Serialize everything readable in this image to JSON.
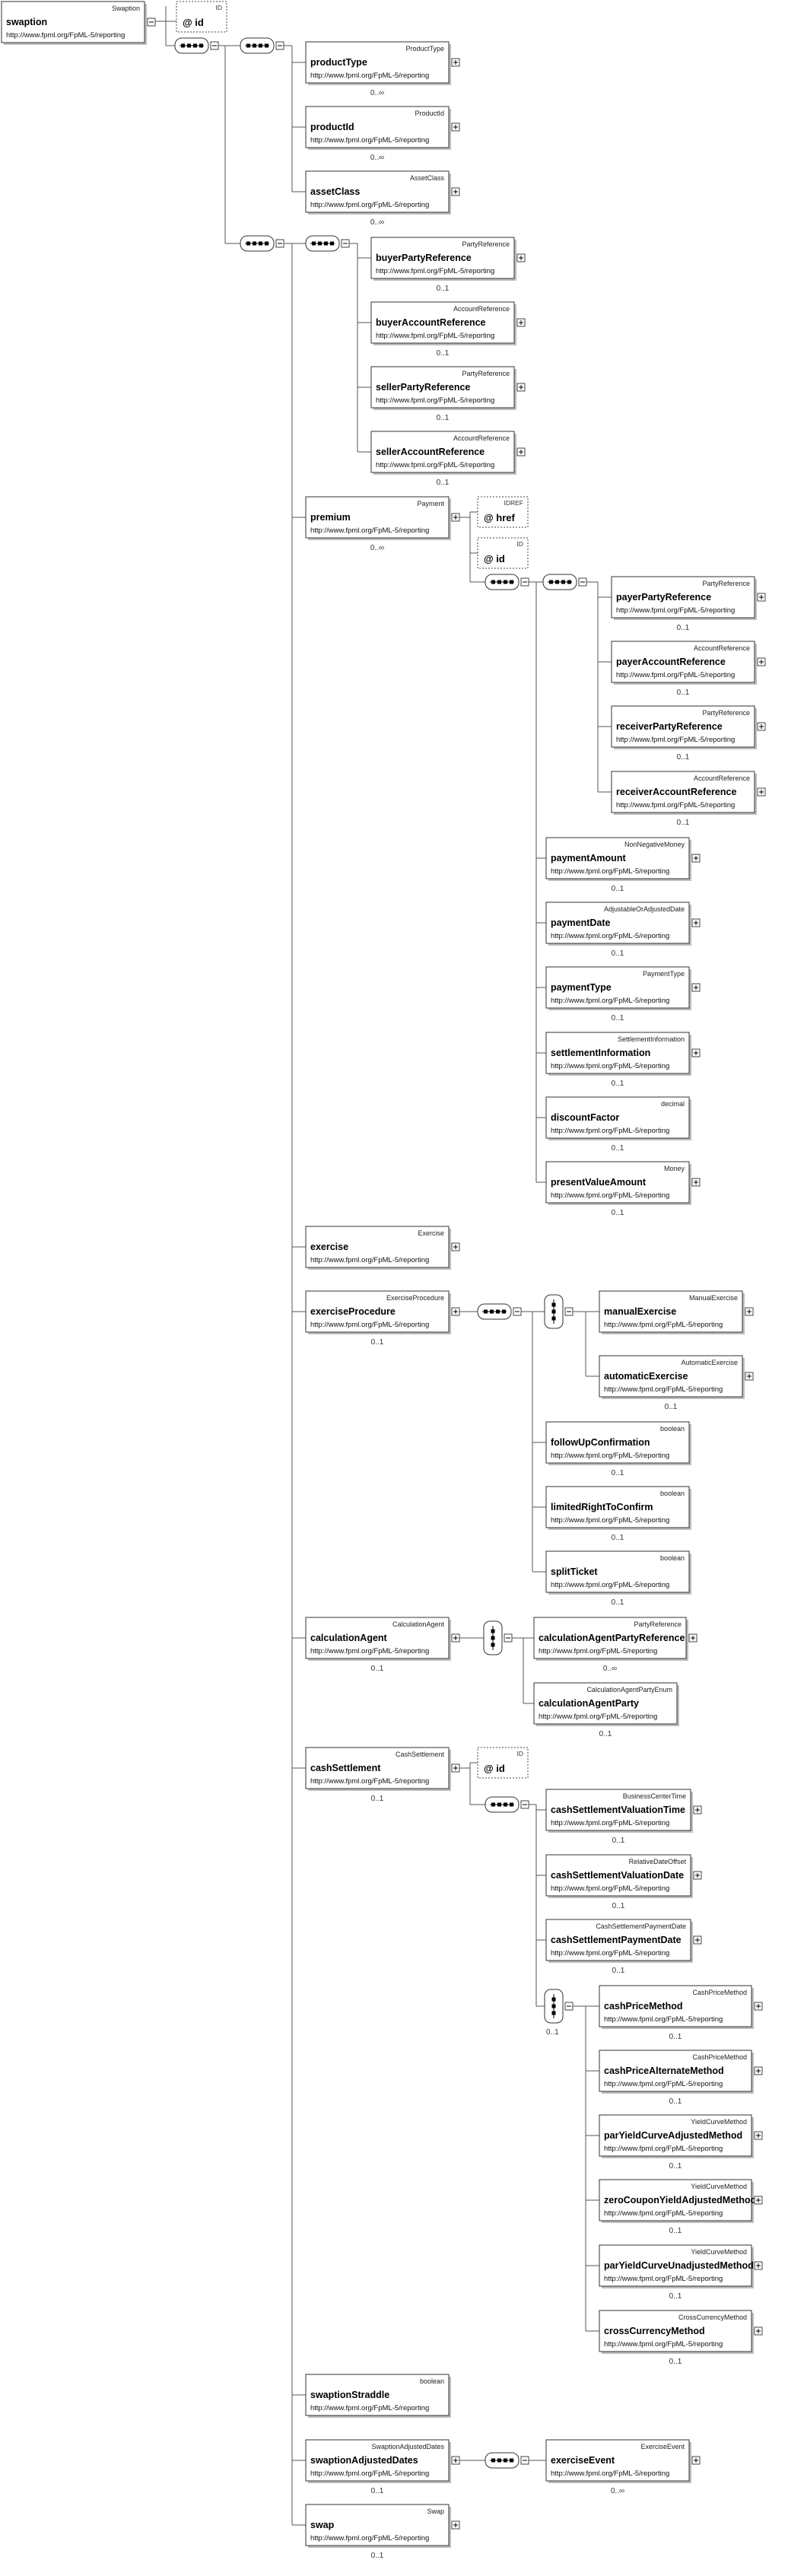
{
  "namespace": "http://www.fpml.org/FpML-5/reporting",
  "root": {
    "name": "swaption",
    "type": "Swaption"
  },
  "root_attribute": {
    "name": "id",
    "type": "ID"
  },
  "elements": [
    {
      "id": "productType",
      "name": "productType",
      "type": "ProductType",
      "cardinality": "0..∞",
      "expandable": true
    },
    {
      "id": "productId",
      "name": "productId",
      "type": "ProductId",
      "cardinality": "0..∞",
      "expandable": true
    },
    {
      "id": "assetClass",
      "name": "assetClass",
      "type": "AssetClass",
      "cardinality": "0..∞",
      "expandable": true
    },
    {
      "id": "buyerPartyReference",
      "name": "buyerPartyReference",
      "type": "PartyReference",
      "cardinality": "0..1",
      "expandable": true
    },
    {
      "id": "buyerAccountReference",
      "name": "buyerAccountReference",
      "type": "AccountReference",
      "cardinality": "0..1",
      "expandable": true
    },
    {
      "id": "sellerPartyReference",
      "name": "sellerPartyReference",
      "type": "PartyReference",
      "cardinality": "0..1",
      "expandable": true
    },
    {
      "id": "sellerAccountReference",
      "name": "sellerAccountReference",
      "type": "AccountReference",
      "cardinality": "0..1",
      "expandable": true
    },
    {
      "id": "premium",
      "name": "premium",
      "type": "Payment",
      "cardinality": "0..∞",
      "expandable": true
    },
    {
      "id": "payerPartyReference",
      "name": "payerPartyReference",
      "type": "PartyReference",
      "cardinality": "0..1",
      "expandable": true
    },
    {
      "id": "payerAccountReference",
      "name": "payerAccountReference",
      "type": "AccountReference",
      "cardinality": "0..1",
      "expandable": true
    },
    {
      "id": "receiverPartyReference",
      "name": "receiverPartyReference",
      "type": "PartyReference",
      "cardinality": "0..1",
      "expandable": true
    },
    {
      "id": "receiverAccountReference",
      "name": "receiverAccountReference",
      "type": "AccountReference",
      "cardinality": "0..1",
      "expandable": true
    },
    {
      "id": "paymentAmount",
      "name": "paymentAmount",
      "type": "NonNegativeMoney",
      "cardinality": "0..1",
      "expandable": true
    },
    {
      "id": "paymentDate",
      "name": "paymentDate",
      "type": "AdjustableOrAdjustedDate",
      "cardinality": "0..1",
      "expandable": true
    },
    {
      "id": "paymentType",
      "name": "paymentType",
      "type": "PaymentType",
      "cardinality": "0..1",
      "expandable": true
    },
    {
      "id": "settlementInformation",
      "name": "settlementInformation",
      "type": "SettlementInformation",
      "cardinality": "0..1",
      "expandable": true
    },
    {
      "id": "discountFactor",
      "name": "discountFactor",
      "type": "decimal",
      "cardinality": "0..1",
      "expandable": false
    },
    {
      "id": "presentValueAmount",
      "name": "presentValueAmount",
      "type": "Money",
      "cardinality": "0..1",
      "expandable": true
    },
    {
      "id": "exercise",
      "name": "exercise",
      "type": "Exercise",
      "cardinality": "",
      "expandable": true
    },
    {
      "id": "exerciseProcedure",
      "name": "exerciseProcedure",
      "type": "ExerciseProcedure",
      "cardinality": "0..1",
      "expandable": true
    },
    {
      "id": "manualExercise",
      "name": "manualExercise",
      "type": "ManualExercise",
      "cardinality": "",
      "expandable": true
    },
    {
      "id": "automaticExercise",
      "name": "automaticExercise",
      "type": "AutomaticExercise",
      "cardinality": "0..1",
      "expandable": true
    },
    {
      "id": "followUpConfirmation",
      "name": "followUpConfirmation",
      "type": "boolean",
      "cardinality": "0..1",
      "expandable": false
    },
    {
      "id": "limitedRightToConfirm",
      "name": "limitedRightToConfirm",
      "type": "boolean",
      "cardinality": "0..1",
      "expandable": false
    },
    {
      "id": "splitTicket",
      "name": "splitTicket",
      "type": "boolean",
      "cardinality": "0..1",
      "expandable": false
    },
    {
      "id": "calculationAgent",
      "name": "calculationAgent",
      "type": "CalculationAgent",
      "cardinality": "0..1",
      "expandable": true
    },
    {
      "id": "calculationAgentPartyReference",
      "name": "calculationAgentPartyReference",
      "type": "PartyReference",
      "cardinality": "0..∞",
      "expandable": true
    },
    {
      "id": "calculationAgentParty",
      "name": "calculationAgentParty",
      "type": "CalculationAgentPartyEnum",
      "cardinality": "0..1",
      "expandable": false
    },
    {
      "id": "cashSettlement",
      "name": "cashSettlement",
      "type": "CashSettlement",
      "cardinality": "0..1",
      "expandable": true
    },
    {
      "id": "cashSettlementValuationTime",
      "name": "cashSettlementValuationTime",
      "type": "BusinessCenterTime",
      "cardinality": "0..1",
      "expandable": true
    },
    {
      "id": "cashSettlementValuationDate",
      "name": "cashSettlementValuationDate",
      "type": "RelativeDateOffset",
      "cardinality": "0..1",
      "expandable": true
    },
    {
      "id": "cashSettlementPaymentDate",
      "name": "cashSettlementPaymentDate",
      "type": "CashSettlementPaymentDate",
      "cardinality": "0..1",
      "expandable": true
    },
    {
      "id": "cashPriceMethod",
      "name": "cashPriceMethod",
      "type": "CashPriceMethod",
      "cardinality": "0..1",
      "expandable": true
    },
    {
      "id": "cashPriceAlternateMethod",
      "name": "cashPriceAlternateMethod",
      "type": "CashPriceMethod",
      "cardinality": "0..1",
      "expandable": true
    },
    {
      "id": "parYieldCurveAdjustedMethod",
      "name": "parYieldCurveAdjustedMethod",
      "type": "YieldCurveMethod",
      "cardinality": "0..1",
      "expandable": true
    },
    {
      "id": "zeroCouponYieldAdjustedMethod",
      "name": "zeroCouponYieldAdjustedMethod",
      "type": "YieldCurveMethod",
      "cardinality": "0..1",
      "expandable": true
    },
    {
      "id": "parYieldCurveUnadjustedMethod",
      "name": "parYieldCurveUnadjustedMethod",
      "type": "YieldCurveMethod",
      "cardinality": "0..1",
      "expandable": true
    },
    {
      "id": "crossCurrencyMethod",
      "name": "crossCurrencyMethod",
      "type": "CrossCurrencyMethod",
      "cardinality": "0..1",
      "expandable": true
    },
    {
      "id": "swaptionStraddle",
      "name": "swaptionStraddle",
      "type": "boolean",
      "cardinality": "",
      "expandable": false
    },
    {
      "id": "swaptionAdjustedDates",
      "name": "swaptionAdjustedDates",
      "type": "SwaptionAdjustedDates",
      "cardinality": "0..1",
      "expandable": true
    },
    {
      "id": "exerciseEvent",
      "name": "exerciseEvent",
      "type": "ExerciseEvent",
      "cardinality": "0..∞",
      "expandable": true
    },
    {
      "id": "swap",
      "name": "swap",
      "type": "Swap",
      "cardinality": "0..1",
      "expandable": true
    }
  ],
  "attributes": [
    {
      "id": "premium_href",
      "name": "href",
      "type": "IDREF"
    },
    {
      "id": "premium_id",
      "name": "id",
      "type": "ID"
    },
    {
      "id": "cash_id",
      "name": "id",
      "type": "ID"
    }
  ],
  "compositor_labels": {
    "cash_choice": "0..1"
  }
}
